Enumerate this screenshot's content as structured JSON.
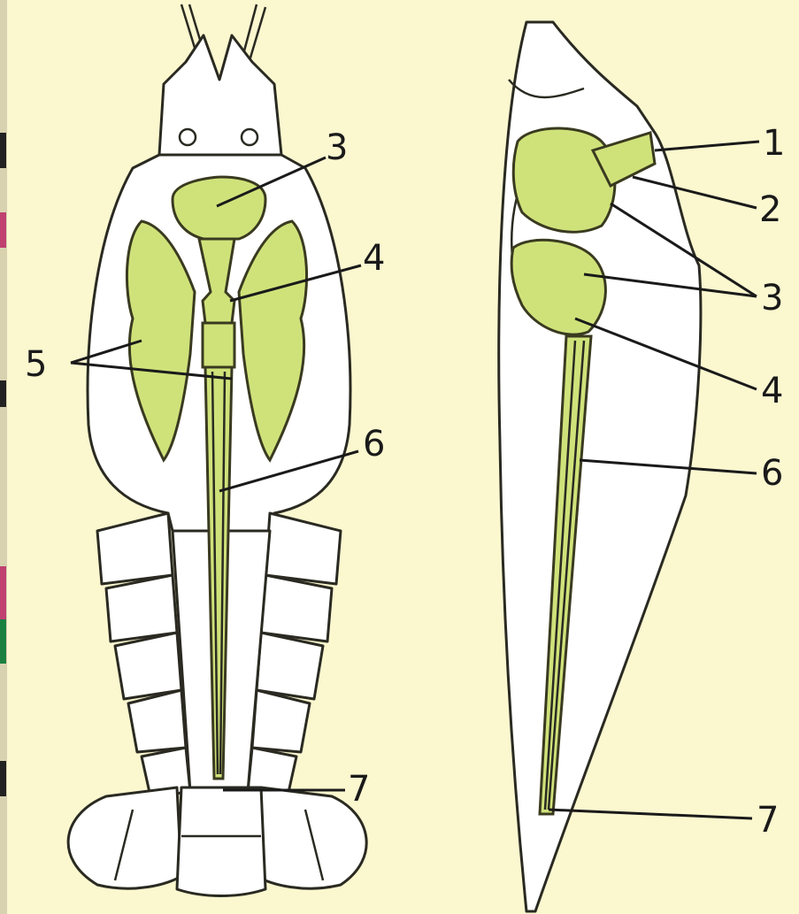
{
  "labels": {
    "left": [
      "3",
      "4",
      "5",
      "6",
      "7"
    ],
    "right": [
      "1",
      "2",
      "3",
      "4",
      "6",
      "7"
    ]
  },
  "colors": {
    "paper": "#fbf7cf",
    "organ_fill": "#cfe27a",
    "outline": "#2a2a22"
  }
}
